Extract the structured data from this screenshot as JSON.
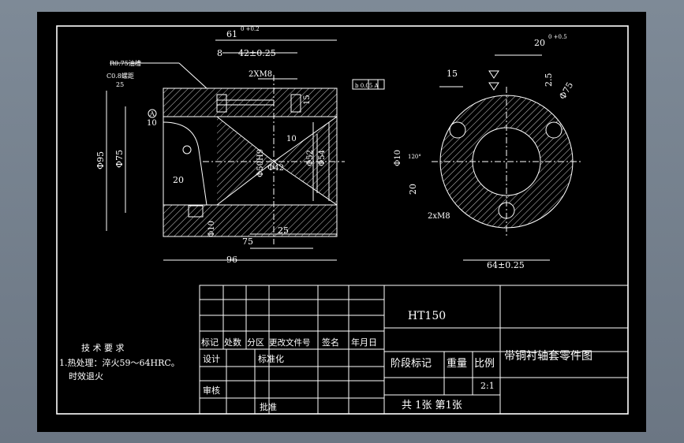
{
  "material": "HT150",
  "part_title": "带铜衬轴套零件图",
  "title_block": {
    "header": [
      "标记",
      "处数",
      "分区",
      "更改文件号",
      "签名",
      "年月日"
    ],
    "design": "设计",
    "standard": "标准化",
    "review": "审核",
    "approve": "批准",
    "stage": "阶段标记",
    "weight": "重量",
    "scale_label": "比例",
    "scale_value": "2:1",
    "sheets": "共 1张 第1张"
  },
  "tech": {
    "heading": "技 术 要 求",
    "line1": "1.热处理：淬火59～64HRC。",
    "line2": "时效退火"
  },
  "dims": {
    "d61": "61",
    "d61tol": "0 +0.2",
    "d8": "8",
    "d42": "42±0.25",
    "d2xm8": "2XM8",
    "r075": "R0.75油槽",
    "c08": "C0.8螺距",
    "d25a": "25",
    "gdt1": "b 0.05 A",
    "d15a": "15",
    "d95": "Ф95",
    "d75a": "Ф75",
    "d10a": "10",
    "d20a": "20",
    "d50": "Ф50H9",
    "d42b": "Ф42",
    "d10b": "10",
    "d52": "Ф52",
    "d54": "Ф54",
    "d10c": "Ф10",
    "d75b": "75",
    "d25b": "25",
    "d96": "96",
    "d20b": "20",
    "d0tol": "0 +0.5",
    "d15c": "15",
    "d25c": "2.5",
    "d75c": "Ф75",
    "d10d": "Ф10",
    "ang": "120°",
    "d20c": "20",
    "d2xm8b": "2xM8",
    "d64": "64±0.25",
    "la": "A"
  }
}
